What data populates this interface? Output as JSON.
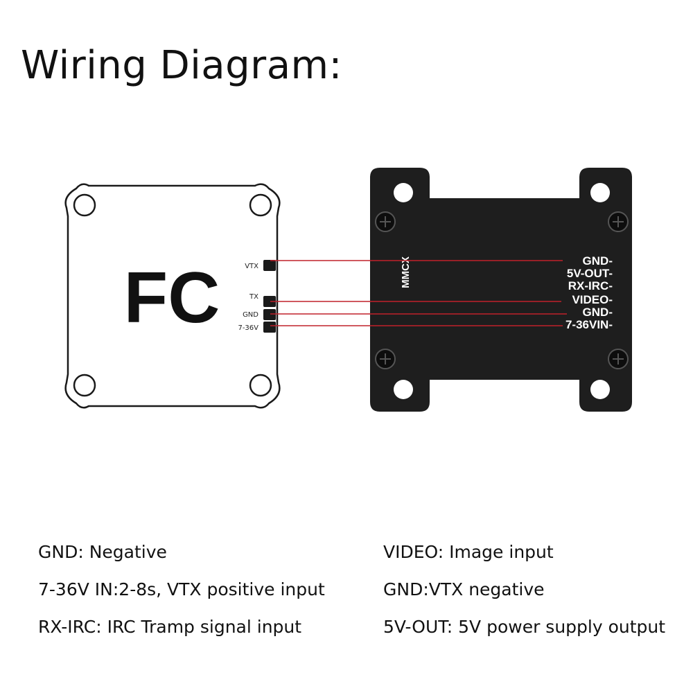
{
  "title": "Wiring Diagram:",
  "fc": {
    "label": "FC",
    "pins": [
      "VTX",
      "TX",
      "GND",
      "7-36V"
    ]
  },
  "vtx": {
    "connector_label": "MMCX",
    "pins": [
      "GND-",
      "5V-OUT-",
      "RX-IRC-",
      "VIDEO-",
      "GND-",
      "7-36VIN-"
    ]
  },
  "legend": {
    "left": [
      "GND: Negative",
      "7-36V IN:2-8s, VTX positive input",
      "RX-IRC: IRC Tramp signal input"
    ],
    "right": [
      "VIDEO: Image input",
      "GND:VTX negative",
      "5V-OUT: 5V power supply output"
    ]
  },
  "colors": {
    "wire": "#c0202a",
    "board_outline": "#1a1a1a",
    "vtx_body": "#1e1e1e",
    "vtx_text": "#ffffff"
  },
  "icons": [
    "screw-icon"
  ]
}
